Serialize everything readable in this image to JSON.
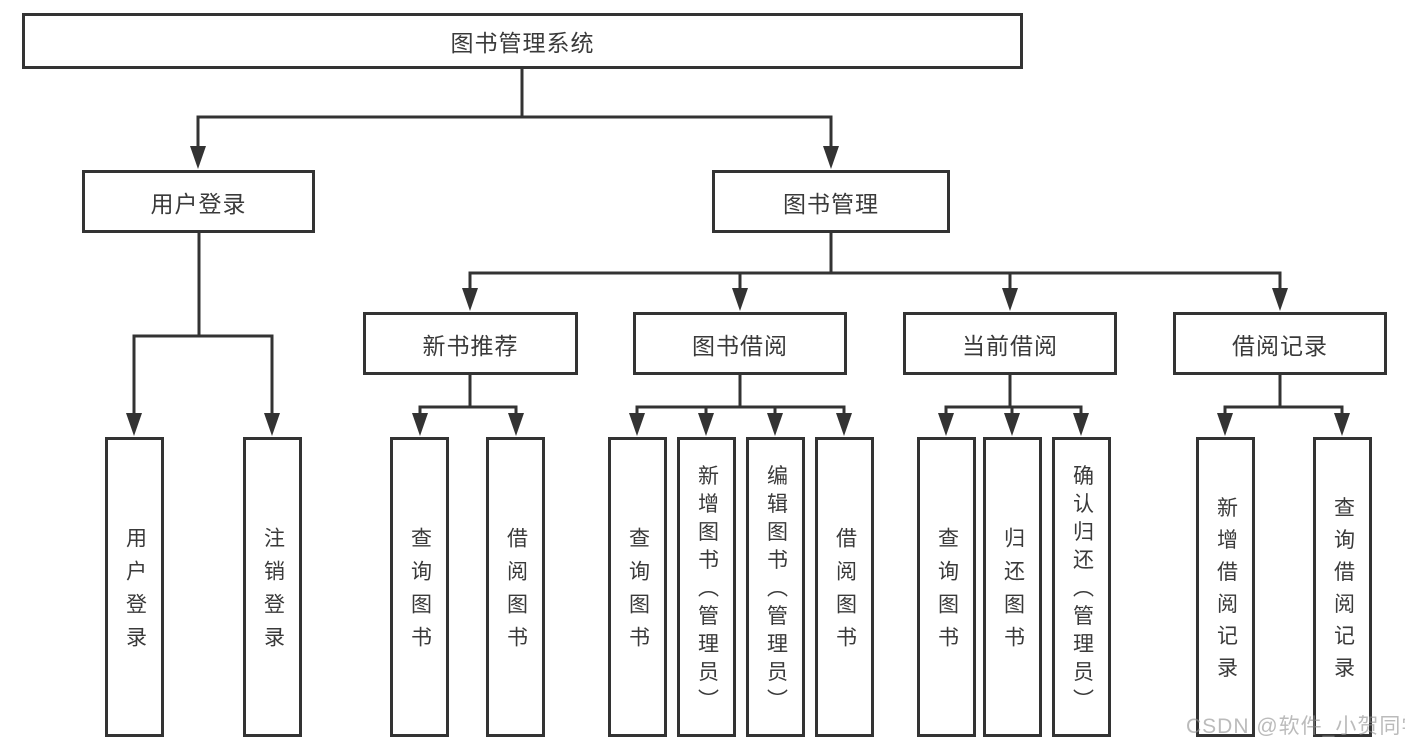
{
  "diagram": {
    "root": {
      "label": "图书管理系统"
    },
    "branches": [
      {
        "label": "用户登录",
        "children": [
          "用户登录",
          "注销登录"
        ]
      },
      {
        "label": "图书管理",
        "children": [
          {
            "label": "新书推荐",
            "children": [
              "查询图书",
              "借阅图书"
            ]
          },
          {
            "label": "图书借阅",
            "children": [
              "查询图书",
              "新增图书（管理员）",
              "编辑图书（管理员）",
              "借阅图书"
            ]
          },
          {
            "label": "当前借阅",
            "children": [
              "查询图书",
              "归还图书",
              "确认归还（管理员）"
            ]
          },
          {
            "label": "借阅记录",
            "children": [
              "新增借阅记录",
              "查询借阅记录"
            ]
          }
        ]
      }
    ],
    "watermark": "CSDN @软件_小贺同学"
  },
  "colors": {
    "line": "#333333",
    "text": "#3a3a3a",
    "box_background": "#ffffff",
    "watermark": "#919191",
    "background": "#ffffff"
  }
}
